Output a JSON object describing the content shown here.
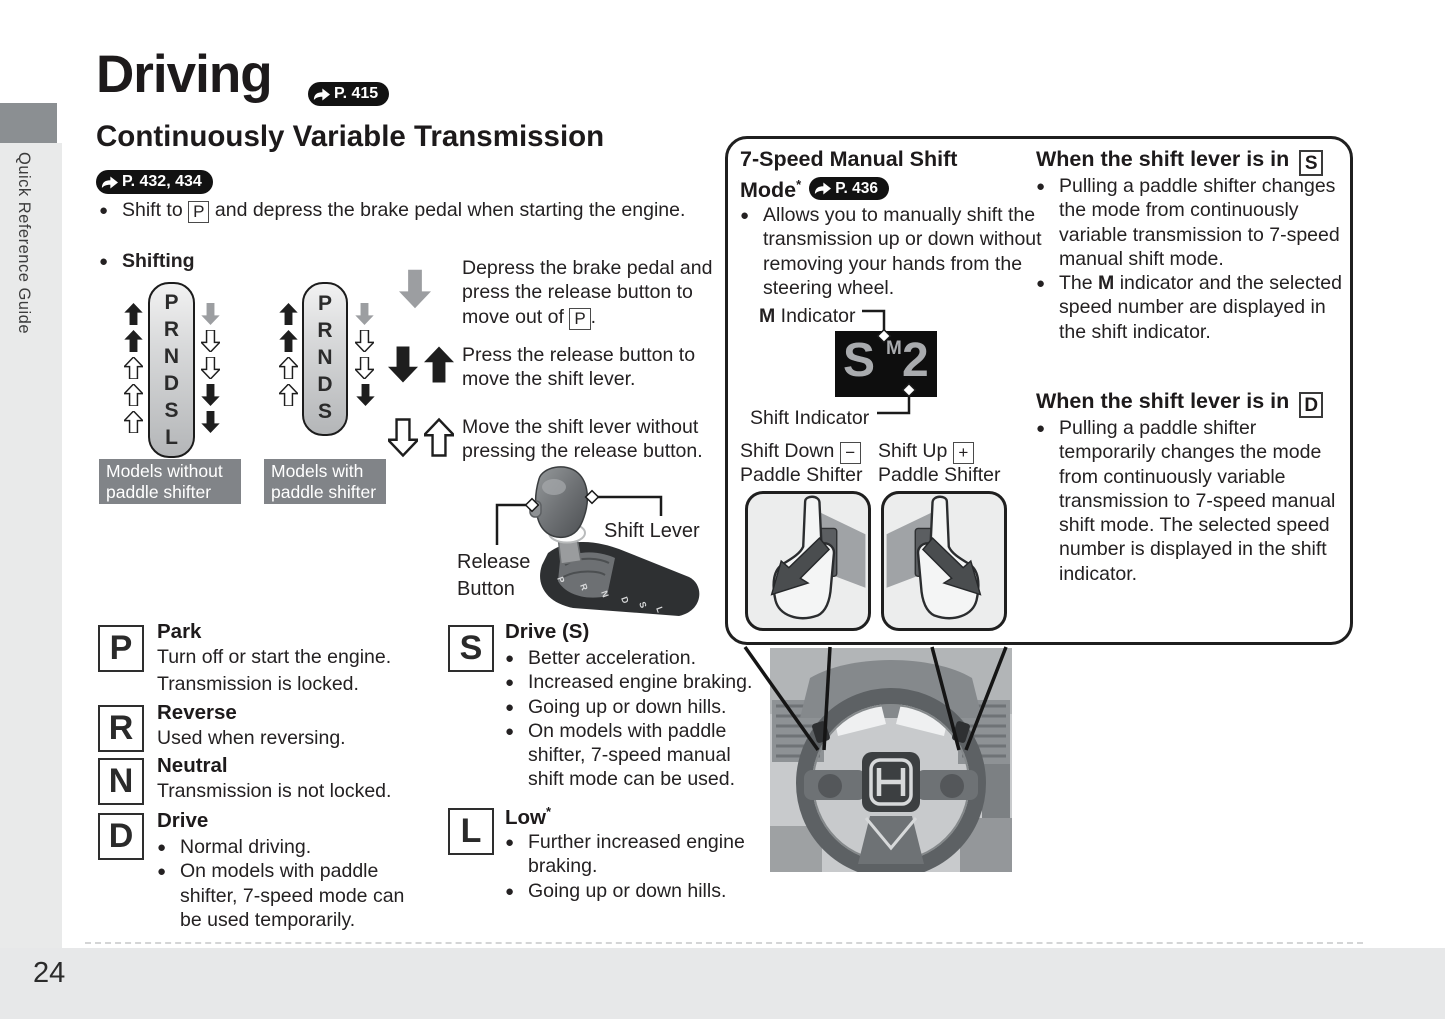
{
  "page": {
    "number": "24",
    "sidebar_label": "Quick Reference Guide"
  },
  "header": {
    "title": "Driving",
    "title_badge": "P. 415",
    "subtitle": "Continuously Variable Transmission",
    "subtitle_badge": "P. 432, 434",
    "shift_to": {
      "pre": "Shift to ",
      "key": "P",
      "post": " and depress the brake pedal when starting the engine."
    },
    "shifting_label": "Shifting"
  },
  "shift_diagram": {
    "lever_without": {
      "letters": [
        "P",
        "R",
        "N",
        "D",
        "S",
        "L"
      ],
      "caption_line1": "Models without",
      "caption_line2": "paddle shifter"
    },
    "lever_with": {
      "letters": [
        "P",
        "R",
        "N",
        "D",
        "S"
      ],
      "caption_line1": "Models with",
      "caption_line2": "paddle shifter"
    },
    "instruction_brake": {
      "pre": "Depress the brake pedal and press the release button to move out of ",
      "key": "P",
      "post": "."
    },
    "instruction_press": "Press the release button to move the shift lever.",
    "instruction_move": "Move the shift lever without pressing the release button.",
    "release_button_label": "Release Button",
    "shift_lever_label": "Shift Lever",
    "knob_letters": [
      "P",
      "R",
      "N",
      "D",
      "S",
      "L"
    ]
  },
  "manual_box": {
    "title": "7-Speed Manual Shift Mode",
    "star": "*",
    "badge": "P. 436",
    "intro": "Allows you to manually shift the transmission up or down without removing your hands from the steering wheel.",
    "m_indicator_bold": "M",
    "m_indicator_rest": " Indicator",
    "shift_indicator_label": "Shift Indicator",
    "display": {
      "s": "S",
      "m": "M",
      "gear": "2"
    },
    "shift_down_label": "Shift Down ",
    "shift_down_key": "−",
    "shift_up_label": "Shift Up ",
    "shift_up_key": "+",
    "paddle_sub_left": "Paddle Shifter",
    "paddle_sub_right": "Paddle Shifter",
    "in_s": {
      "heading": "When the shift lever is in ",
      "key": "S",
      "b1": "Pulling a paddle shifter changes the mode from continuously variable transmission to 7-speed manual shift mode.",
      "b2_pre": "The ",
      "b2_bold": "M",
      "b2_post": " indicator and the selected speed number are displayed in the shift indicator."
    },
    "in_d": {
      "heading": "When the shift lever is in ",
      "key": "D",
      "b1": "Pulling a paddle shifter temporarily changes the mode from continuously variable transmission to 7-speed manual shift mode. The selected speed number is displayed in the shift indicator."
    }
  },
  "positions": {
    "p": {
      "key": "P",
      "title": "Park",
      "line1": "Turn off or start the engine.",
      "line2": "Transmission is locked."
    },
    "r": {
      "key": "R",
      "title": "Reverse",
      "line1": "Used when reversing."
    },
    "n": {
      "key": "N",
      "title": "Neutral",
      "line1": "Transmission is not locked."
    },
    "d": {
      "key": "D",
      "title": "Drive",
      "b1": "Normal driving.",
      "b2": "On models with paddle shifter, 7-speed mode can be used temporarily."
    },
    "s": {
      "key": "S",
      "title": "Drive (S)",
      "b1": "Better acceleration.",
      "b2": "Increased engine braking.",
      "b3": "Going up or down hills.",
      "b4": "On models with paddle shifter, 7-speed manual shift mode can be used."
    },
    "l": {
      "key": "L",
      "title": "Low",
      "star": "*",
      "b1": "Further increased engine braking.",
      "b2": "Going up or down hills."
    }
  },
  "colors": {
    "caption_bg": "#818488",
    "display_bg": "#0e0e0e",
    "display_text": "#a9abae",
    "band_bg": "#e7e8e9",
    "tab_bg": "#8b8f92"
  }
}
